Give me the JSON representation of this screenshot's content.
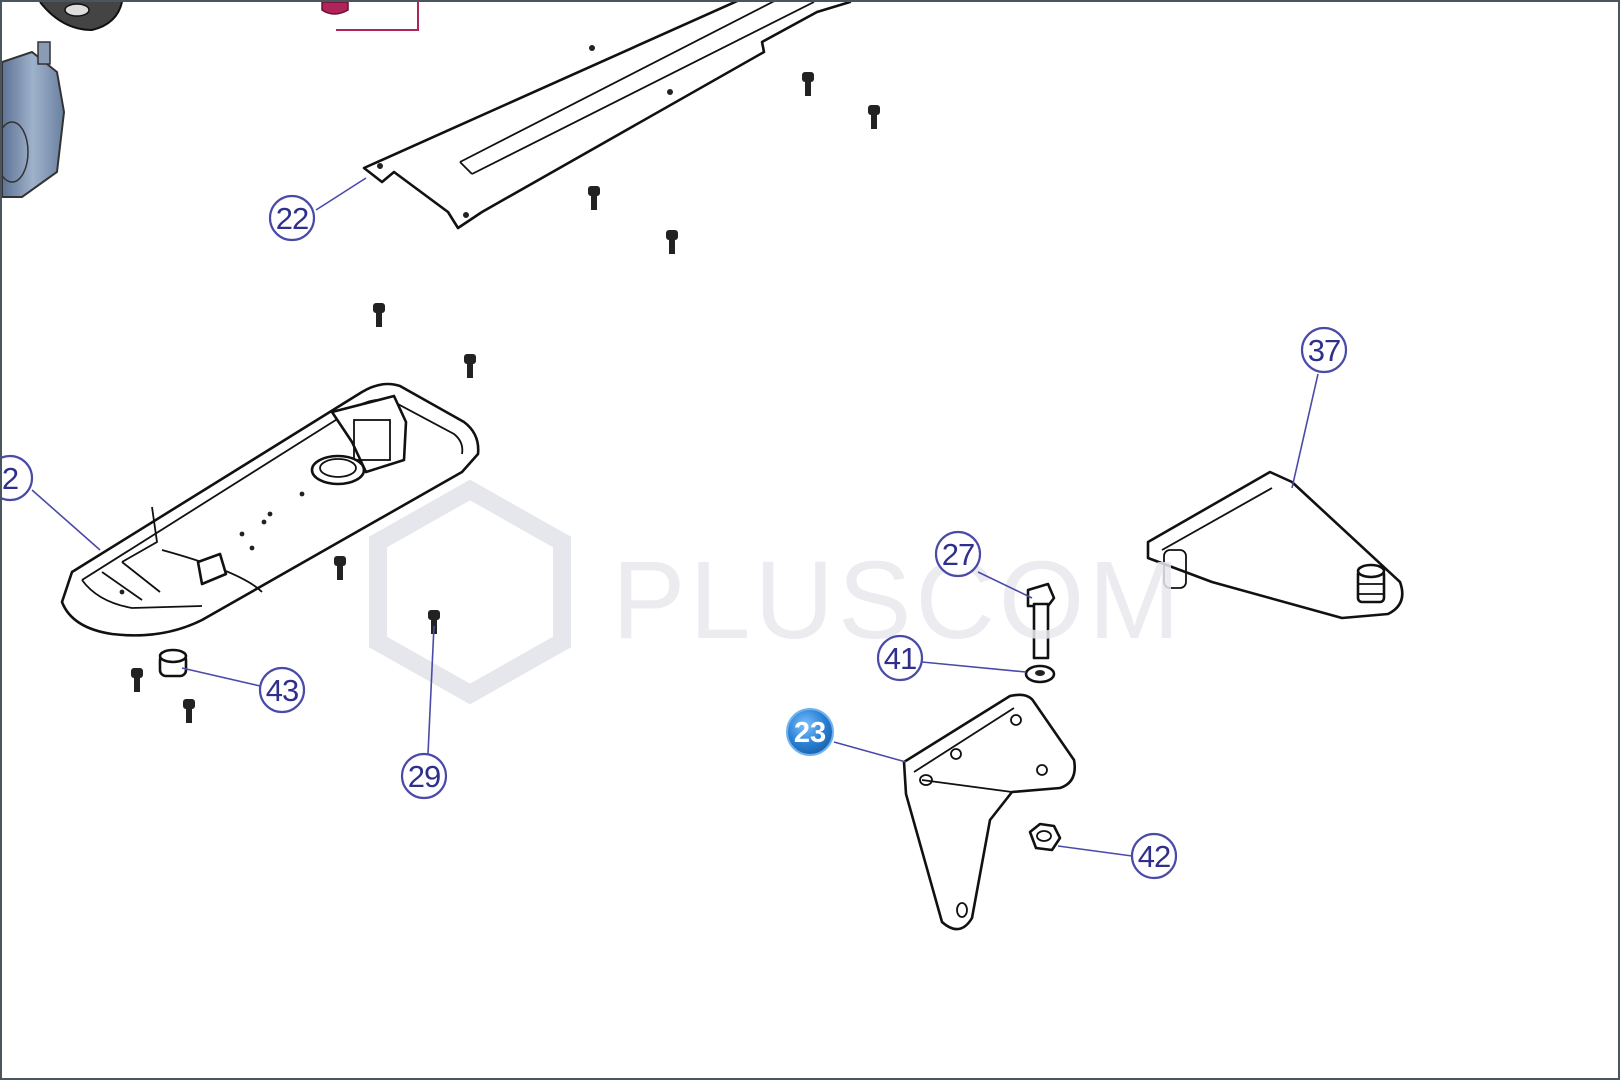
{
  "watermark": {
    "text": "PLUSCOM"
  },
  "callouts": [
    {
      "id": "22",
      "label": "22",
      "selected": false
    },
    {
      "id": "2",
      "label": "2",
      "selected": false
    },
    {
      "id": "43",
      "label": "43",
      "selected": false
    },
    {
      "id": "29",
      "label": "29",
      "selected": false
    },
    {
      "id": "37",
      "label": "37",
      "selected": false
    },
    {
      "id": "27",
      "label": "27",
      "selected": false
    },
    {
      "id": "41",
      "label": "41",
      "selected": false
    },
    {
      "id": "23",
      "label": "23",
      "selected": true
    },
    {
      "id": "42",
      "label": "42",
      "selected": false
    }
  ],
  "colors": {
    "callout_text": "#2f2f8c",
    "callout_ring": "#4a4aa8",
    "selected_callout": "#2a7fd4",
    "frame": "#4a5560",
    "motor": "#7d93b3",
    "highlight_part": "#b0245a"
  }
}
